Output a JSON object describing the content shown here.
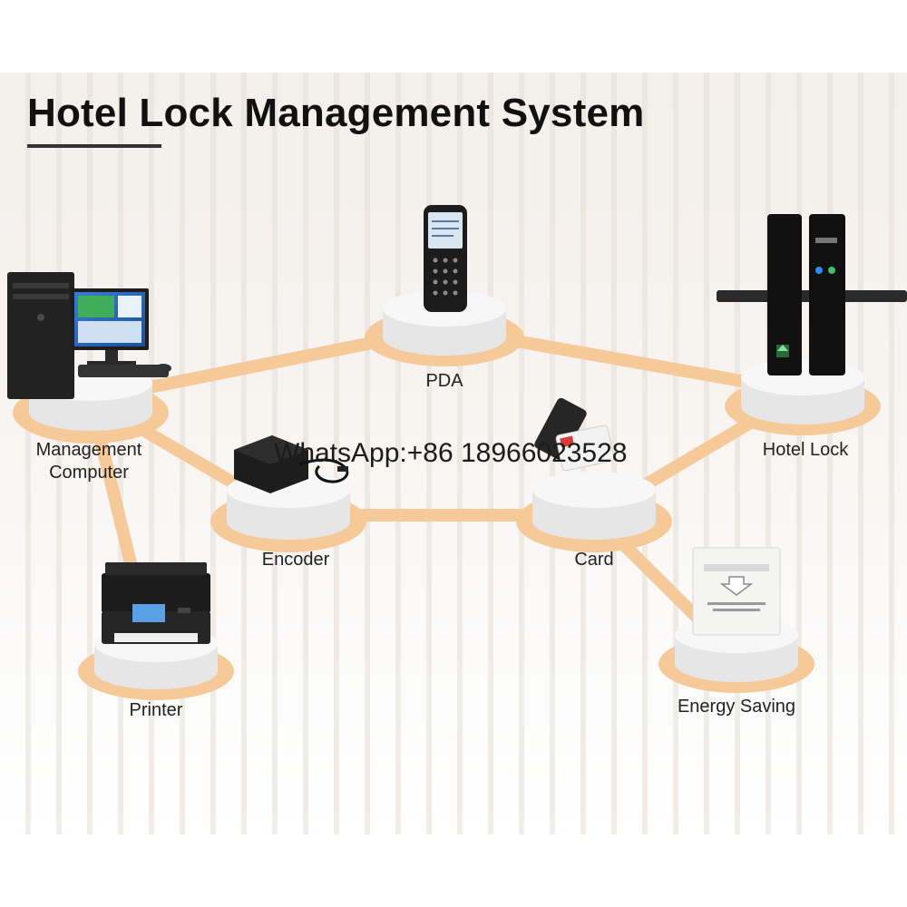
{
  "title": "Hotel Lock Management System",
  "watermark": "WhatsApp:+86 18966023528",
  "colors": {
    "accent": "#f6c998",
    "platform_top": "#f5f5f5",
    "platform_side": "#e4e4e4",
    "background": "#f5f1ed"
  },
  "nodes": [
    {
      "id": "pda",
      "label": "PDA",
      "icon": "pda-icon"
    },
    {
      "id": "management_computer",
      "label": "Management\nComputer",
      "icon": "computer-icon"
    },
    {
      "id": "hotel_lock",
      "label": "Hotel Lock",
      "icon": "door-lock-icon"
    },
    {
      "id": "encoder",
      "label": "Encoder",
      "icon": "card-encoder-icon"
    },
    {
      "id": "card",
      "label": "Card",
      "icon": "key-card-icon"
    },
    {
      "id": "printer",
      "label": "Printer",
      "icon": "printer-icon"
    },
    {
      "id": "energy_saving",
      "label": "Energy Saving",
      "icon": "energy-saving-switch-icon"
    }
  ],
  "connections": [
    {
      "from": "management_computer",
      "to": "pda"
    },
    {
      "from": "pda",
      "to": "hotel_lock"
    },
    {
      "from": "management_computer",
      "to": "encoder"
    },
    {
      "from": "encoder",
      "to": "card"
    },
    {
      "from": "card",
      "to": "hotel_lock"
    },
    {
      "from": "management_computer",
      "to": "printer"
    },
    {
      "from": "card",
      "to": "energy_saving"
    }
  ]
}
